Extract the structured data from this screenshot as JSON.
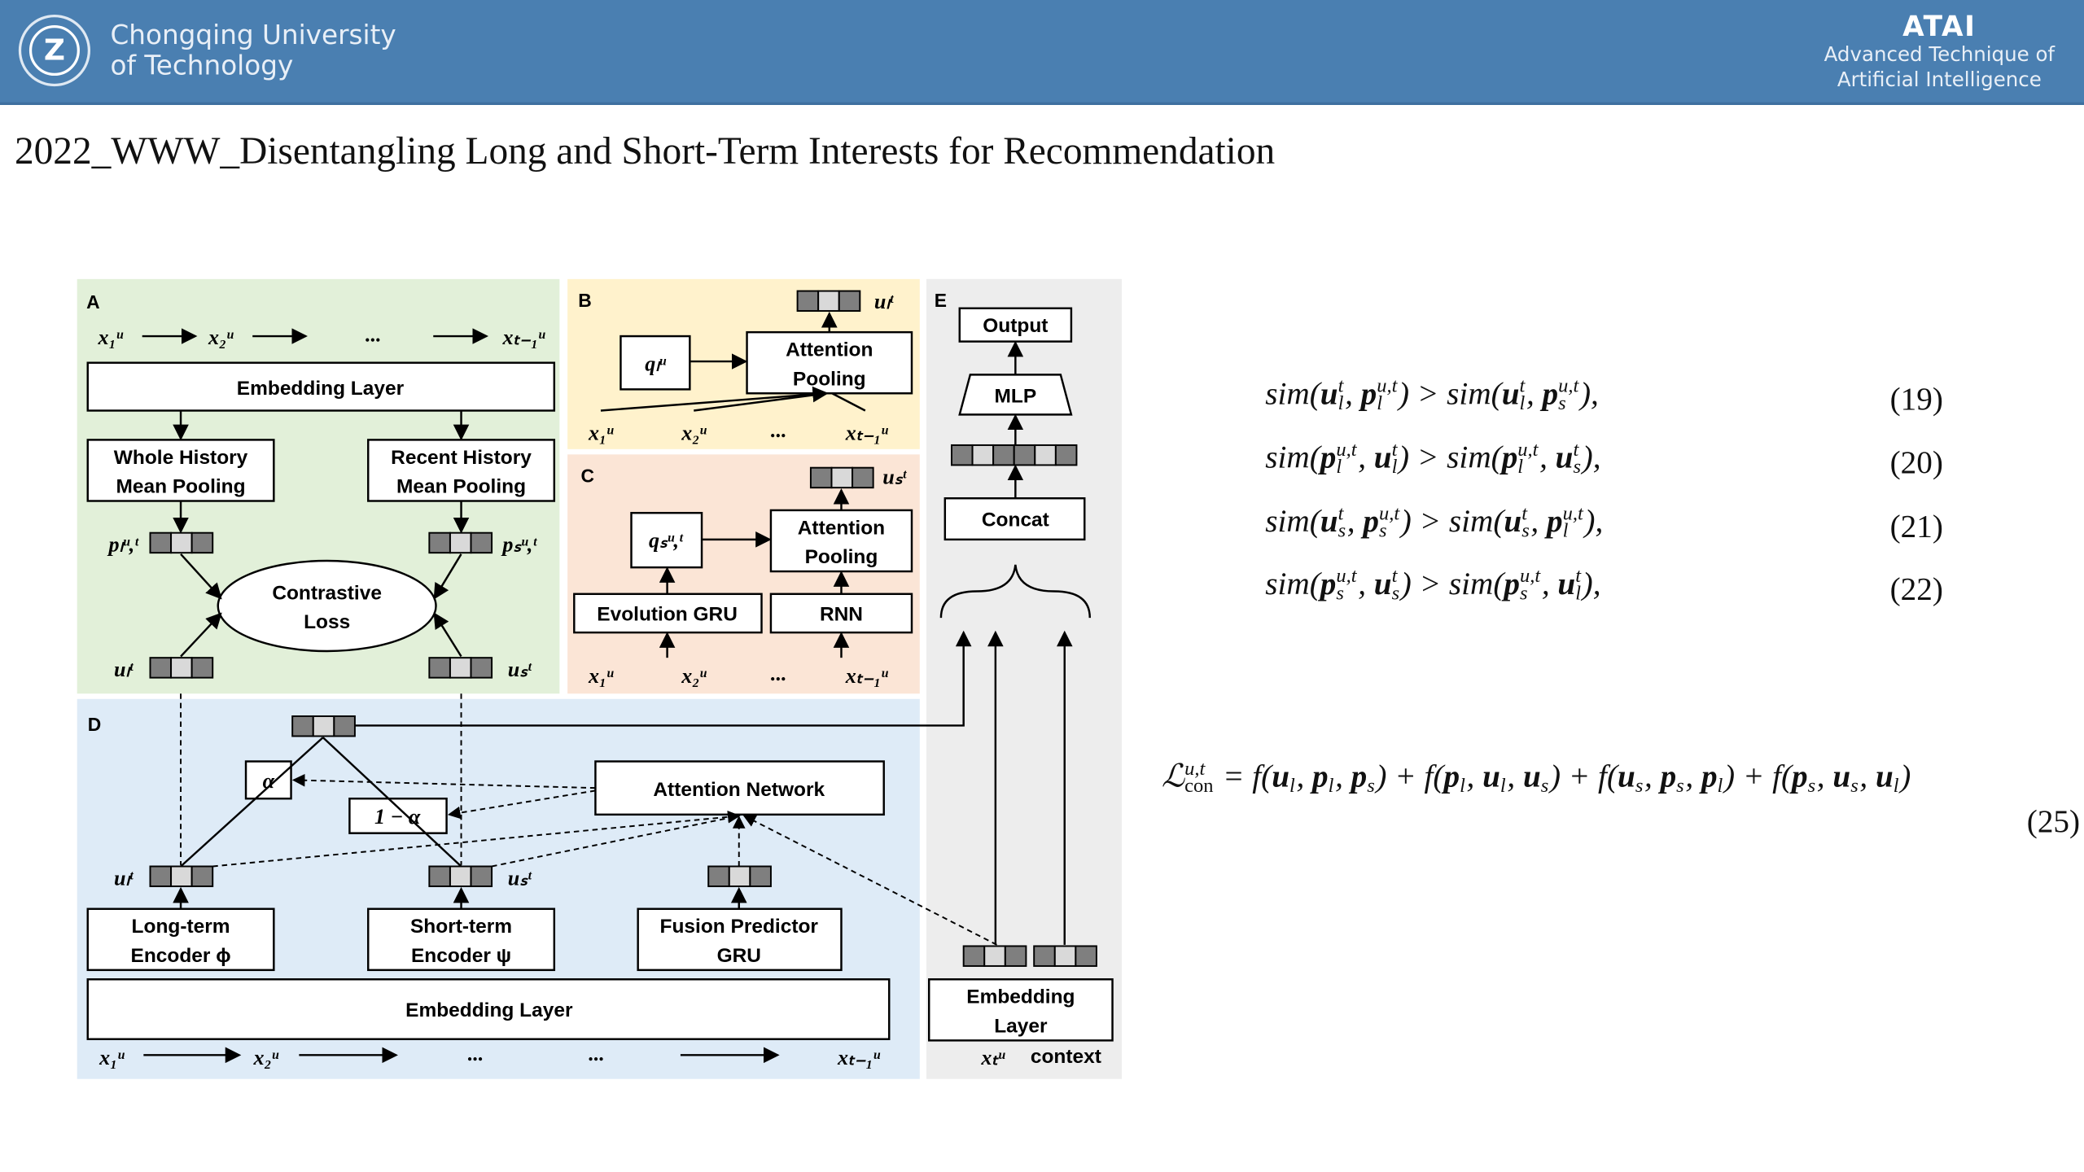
{
  "header": {
    "university_line1": "Chongqing University",
    "university_line2": "of Technology",
    "lab_name": "ATAI",
    "lab_line1": "Advanced Technique of",
    "lab_line2": "Artificial  Intelligence",
    "logo_icon": "university-seal-icon",
    "color": "#4a7fb1"
  },
  "title": "2022_WWW_Disentangling Long and Short-Term Interests for Recommendation",
  "diagram": {
    "panel_colors": {
      "A": "#e2f0d9",
      "B": "#fff2cc",
      "C": "#fbe5d6",
      "D": "#deebf7",
      "E": "#ededed"
    },
    "A": {
      "label": "A",
      "seq": [
        "x₁ᵘ",
        "x₂ᵘ",
        "...",
        "xₜ₋₁ᵘ"
      ],
      "embedding": "Embedding Layer",
      "whole1": "Whole History",
      "whole2": "Mean Pooling",
      "recent1": "Recent History",
      "recent2": "Mean Pooling",
      "pl": "pₗᵘ,ᵗ",
      "ps": "pₛᵘ,ᵗ",
      "loss1": "Contrastive",
      "loss2": "Loss",
      "ul": "uₗᵗ",
      "us": "uₛᵗ"
    },
    "B": {
      "label": "B",
      "out": "uₗᵗ",
      "q": "qₗᵘ",
      "att1": "Attention",
      "att2": "Pooling",
      "seq": [
        "x₁ᵘ",
        "x₂ᵘ",
        "...",
        "xₜ₋₁ᵘ"
      ]
    },
    "C": {
      "label": "C",
      "out": "uₛᵗ",
      "q": "qₛᵘ,ᵗ",
      "att1": "Attention",
      "att2": "Pooling",
      "gru": "Evolution GRU",
      "rnn": "RNN",
      "seq": [
        "x₁ᵘ",
        "x₂ᵘ",
        "...",
        "xₜ₋₁ᵘ"
      ]
    },
    "D": {
      "label": "D",
      "alpha": "α",
      "one_minus_alpha": "1 − α",
      "attention_network": "Attention Network",
      "ul": "uₗᵗ",
      "us": "uₛᵗ",
      "long1": "Long-term",
      "long2": "Encoder ϕ",
      "short1": "Short-term",
      "short2": "Encoder ψ",
      "fusion1": "Fusion Predictor",
      "fusion2": "GRU",
      "embedding": "Embedding Layer",
      "seq": [
        "x₁ᵘ",
        "x₂ᵘ",
        "...",
        "...",
        "xₜ₋₁ᵘ"
      ]
    },
    "E": {
      "label": "E",
      "output": "Output",
      "mlp": "MLP",
      "concat": "Concat",
      "emb1": "Embedding",
      "emb2": "Layer",
      "xt": "xₜᵘ",
      "context": "context"
    }
  },
  "equations": [
    {
      "expr": "sim(u_{l}^{t}, p_{l}^{u,t}) > sim(u_{l}^{t}, p_{s}^{u,t}),",
      "number": "(19)"
    },
    {
      "expr": "sim(p_{l}^{u,t}, u_{l}^{t}) > sim(p_{l}^{u,t}, u_{s}^{t}),",
      "number": "(20)"
    },
    {
      "expr": "sim(u_{s}^{t}, p_{s}^{u,t}) > sim(u_{s}^{t}, p_{l}^{u,t}),",
      "number": "(21)"
    },
    {
      "expr": "sim(p_{s}^{u,t}, u_{s}^{t}) > sim(p_{s}^{u,t}, u_{l}^{t}),",
      "number": "(22)"
    },
    {
      "expr": "ℒ_{con}^{u,t} = f(u_{l}, p_{l}, p_{s}) + f(p_{l}, u_{l}, u_{s}) + f(u_{s}, p_{s}, p_{l}) + f(p_{s}, u_{s}, u_{l})",
      "number": "(25)"
    }
  ]
}
